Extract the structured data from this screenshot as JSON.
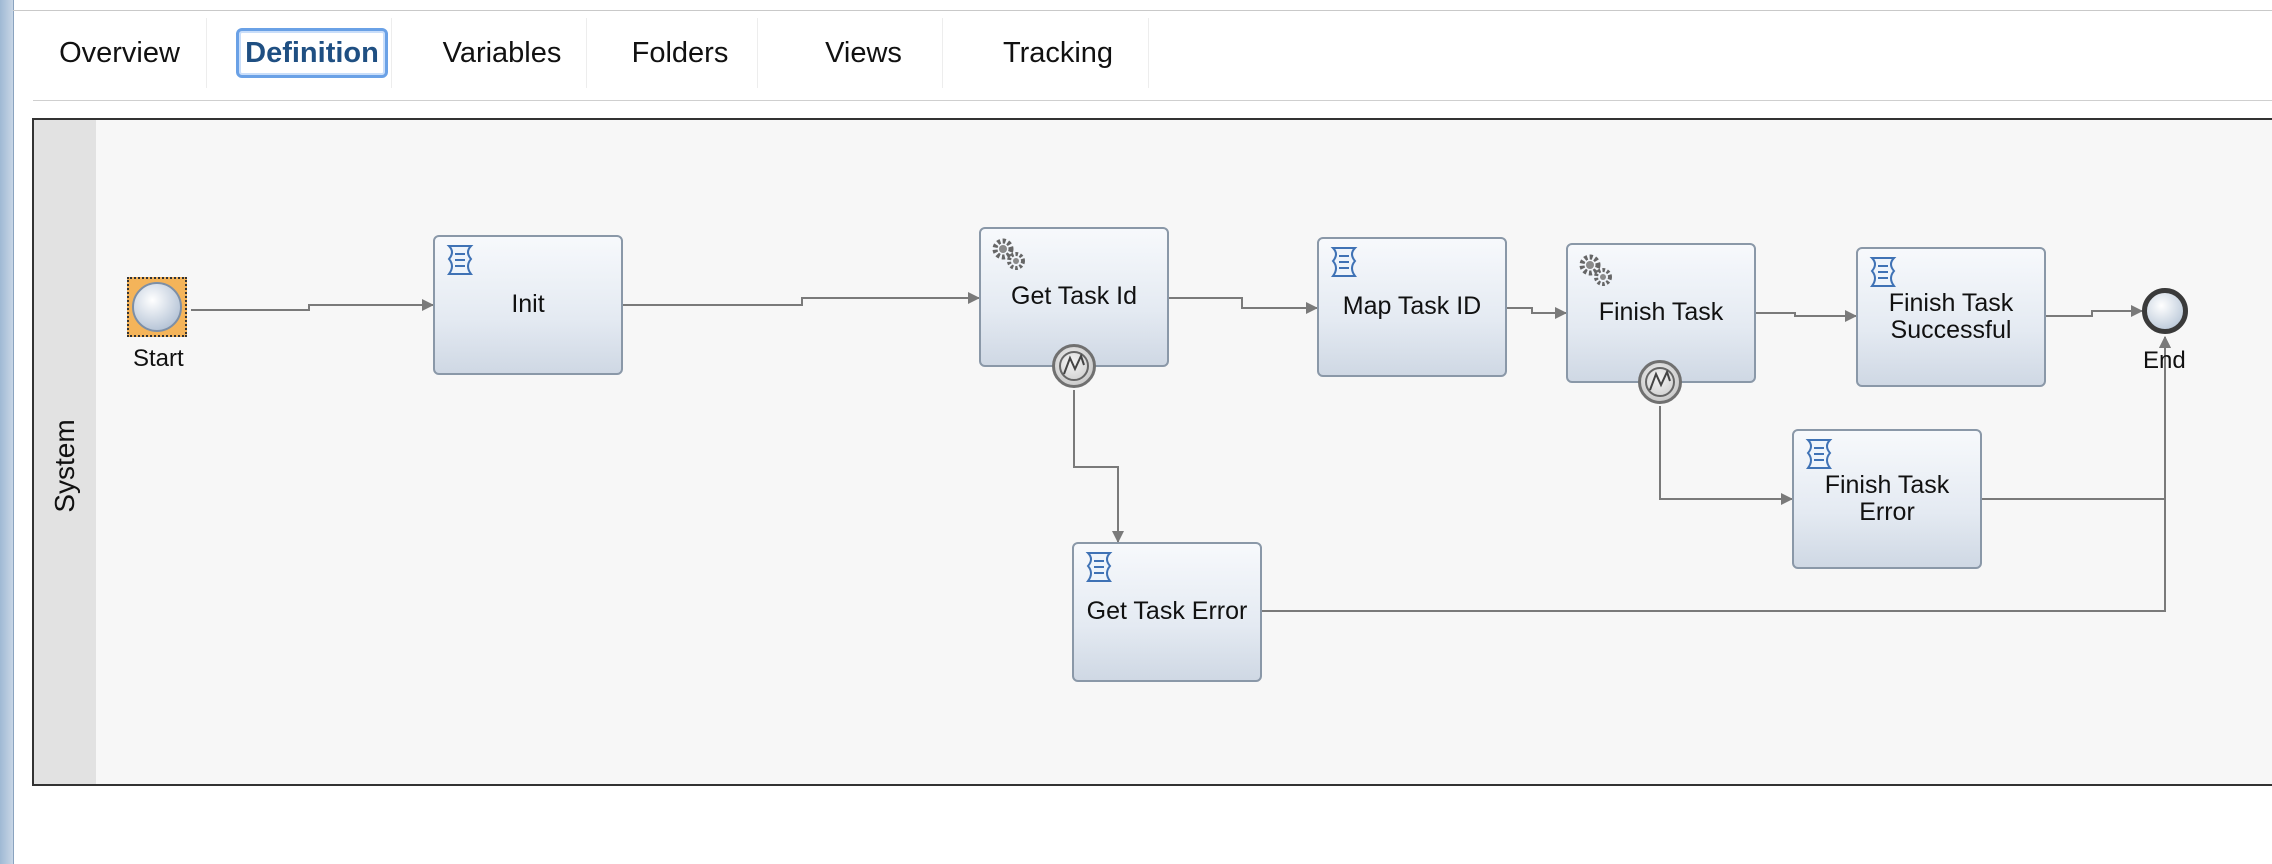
{
  "tabs": [
    {
      "label": "Overview",
      "active": false
    },
    {
      "label": "Definition",
      "active": true
    },
    {
      "label": "Variables",
      "active": false
    },
    {
      "label": "Folders",
      "active": false
    },
    {
      "label": "Views",
      "active": false
    },
    {
      "label": "Tracking",
      "active": false
    }
  ],
  "lane": {
    "label": "System"
  },
  "events": {
    "start": {
      "label": "Start"
    },
    "end": {
      "label": "End"
    }
  },
  "nodes": {
    "init": {
      "label": "Init",
      "icon": "script-icon"
    },
    "get_task_id": {
      "label": "Get Task Id",
      "icon": "gears-icon"
    },
    "map_task_id": {
      "label": "Map Task ID",
      "icon": "script-icon"
    },
    "finish_task": {
      "label": "Finish Task",
      "icon": "gears-icon"
    },
    "finish_task_successful": {
      "label": "Finish Task Successful",
      "icon": "script-icon"
    },
    "finish_task_error": {
      "label": "Finish Task Error",
      "icon": "script-icon"
    },
    "get_task_error": {
      "label": "Get Task Error",
      "icon": "script-icon"
    }
  },
  "colors": {
    "active_tab_text": "#1f4f82",
    "active_tab_border": "#6aa1e6",
    "start_selection": "#f4b45a",
    "connector": "#7a7a7a"
  }
}
